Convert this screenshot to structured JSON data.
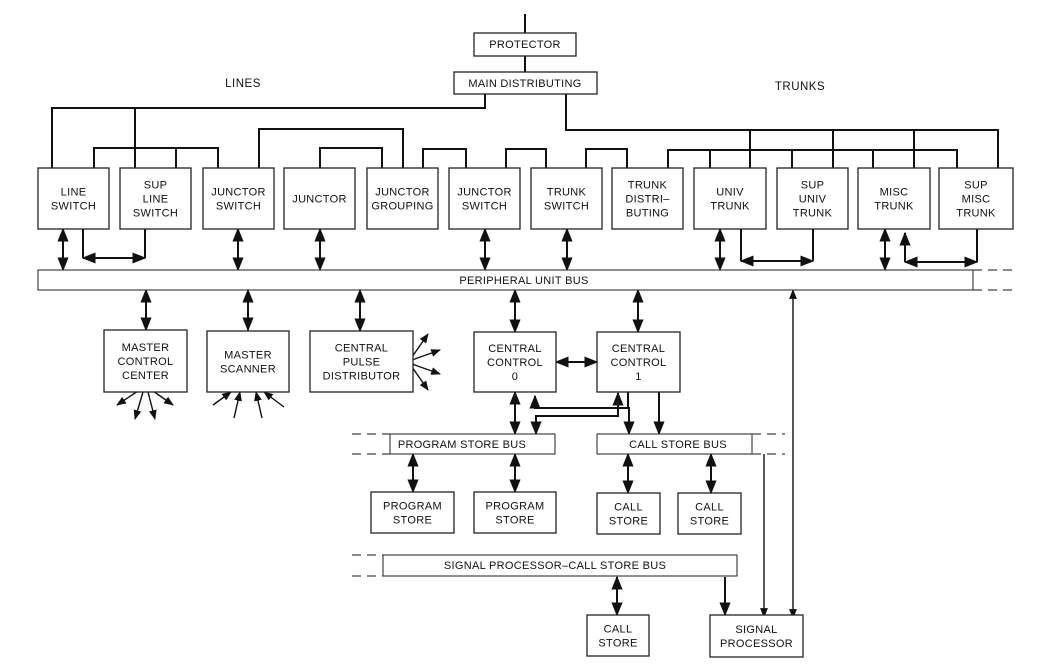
{
  "diagram": {
    "section_labels": {
      "lines": "LINES",
      "trunks": "TRUNKS"
    },
    "top": {
      "protector": "PROTECTOR",
      "main_distributing": "MAIN DISTRIBUTING"
    },
    "frames": [
      {
        "id": "line-switch",
        "lines": [
          "LINE",
          "SWITCH"
        ]
      },
      {
        "id": "sup-line-switch",
        "lines": [
          "SUP",
          "LINE",
          "SWITCH"
        ]
      },
      {
        "id": "junctor-switch-1",
        "lines": [
          "JUNCTOR",
          "SWITCH"
        ]
      },
      {
        "id": "junctor",
        "lines": [
          "JUNCTOR"
        ]
      },
      {
        "id": "junctor-grouping",
        "lines": [
          "JUNCTOR",
          "GROUPING"
        ]
      },
      {
        "id": "junctor-switch-2",
        "lines": [
          "JUNCTOR",
          "SWITCH"
        ]
      },
      {
        "id": "trunk-switch",
        "lines": [
          "TRUNK",
          "SWITCH"
        ]
      },
      {
        "id": "trunk-distributing",
        "lines": [
          "TRUNK",
          "DISTRI–",
          "BUTING"
        ]
      },
      {
        "id": "univ-trunk",
        "lines": [
          "UNIV",
          "TRUNK"
        ]
      },
      {
        "id": "sup-univ-trunk",
        "lines": [
          "SUP",
          "UNIV",
          "TRUNK"
        ]
      },
      {
        "id": "misc-trunk",
        "lines": [
          "MISC",
          "TRUNK"
        ]
      },
      {
        "id": "sup-misc-trunk",
        "lines": [
          "SUP",
          "MISC",
          "TRUNK"
        ]
      }
    ],
    "buses": {
      "peripheral": "PERIPHERAL UNIT BUS",
      "program_store": "PROGRAM STORE BUS",
      "call_store": "CALL STORE BUS",
      "sp_call_store": "SIGNAL PROCESSOR–CALL STORE BUS"
    },
    "control_units": [
      {
        "id": "master-control-center",
        "lines": [
          "MASTER",
          "CONTROL",
          "CENTER"
        ]
      },
      {
        "id": "master-scanner",
        "lines": [
          "MASTER",
          "SCANNER"
        ]
      },
      {
        "id": "central-pulse-distributor",
        "lines": [
          "CENTRAL",
          "PULSE",
          "DISTRIBUTOR"
        ]
      },
      {
        "id": "central-control-0",
        "lines": [
          "CENTRAL",
          "CONTROL",
          "0"
        ]
      },
      {
        "id": "central-control-1",
        "lines": [
          "CENTRAL",
          "CONTROL",
          "1"
        ]
      }
    ],
    "stores": [
      {
        "id": "program-store-1",
        "lines": [
          "PROGRAM",
          "STORE"
        ]
      },
      {
        "id": "program-store-2",
        "lines": [
          "PROGRAM",
          "STORE"
        ]
      },
      {
        "id": "call-store-1",
        "lines": [
          "CALL",
          "STORE"
        ]
      },
      {
        "id": "call-store-2",
        "lines": [
          "CALL",
          "STORE"
        ]
      },
      {
        "id": "call-store-3",
        "lines": [
          "CALL",
          "STORE"
        ]
      },
      {
        "id": "signal-processor",
        "lines": [
          "SIGNAL",
          "PROCESSOR"
        ]
      }
    ]
  }
}
